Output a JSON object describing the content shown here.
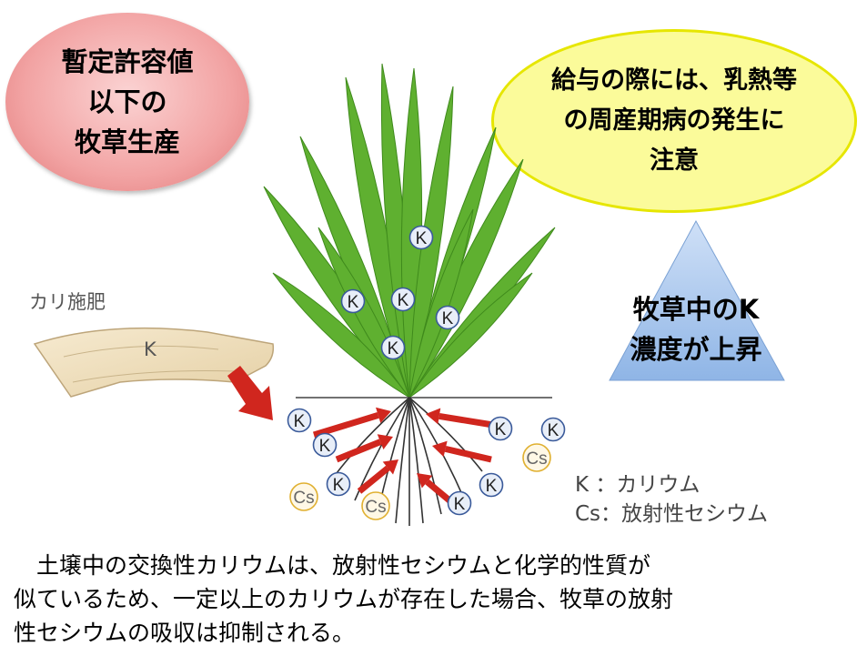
{
  "bubbles": {
    "red_text": "暫定許容値\n以下の\n牧草生産",
    "yellow_text": "給与の際には、乳熱等\nの周産期病の発生に\n注意"
  },
  "triangle": {
    "text": "牧草中のK\n濃度が上昇"
  },
  "fertilizer": {
    "label": "カリ施肥",
    "bag_symbol": "K"
  },
  "ions": {
    "k_symbol": "K",
    "cs_symbol": "Cs"
  },
  "legend": {
    "k": "K ：カリウム",
    "cs": "Cs：放射性セシウム"
  },
  "caption": {
    "line1": "　土壌中の交換性カリウムは、放射性セシウムと化学的性質が",
    "line2": "似ているため、一定以上のカリウムが存在した場合、牧草の放射",
    "line3": "性セシウムの吸収は抑制される。"
  },
  "colors": {
    "leaf": "#5fb030",
    "arrow": "#d0261e",
    "k_ion_fill": "#e8eef8",
    "cs_ring": "#e0b030",
    "triangle": "#a8c8ee",
    "red_bubble": "#f2a3a3",
    "yellow_bubble": "#fbfb9a"
  }
}
